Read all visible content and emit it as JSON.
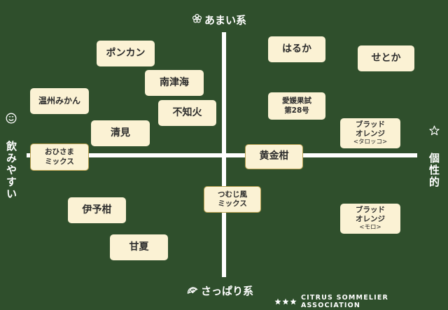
{
  "axis": {
    "top": "あまい系",
    "bottom": "さっぱり系",
    "left": "飲みやすい",
    "right": "個性的",
    "top_icon": "flower-icon",
    "bottom_icon": "lemon-slice-icon",
    "left_icon": "smile-icon",
    "right_icon": "star-icon"
  },
  "items": [
    {
      "id": "ponkan",
      "line1": "ポンカン"
    },
    {
      "id": "nanshinkai",
      "line1": "南津海"
    },
    {
      "id": "harka",
      "line1": "はるか"
    },
    {
      "id": "setoka",
      "line1": "せとか"
    },
    {
      "id": "unshu",
      "line1": "温州みかん"
    },
    {
      "id": "shiranui",
      "line1": "不知火"
    },
    {
      "id": "aihime",
      "line1": "愛媛果試",
      "line2": "第28号"
    },
    {
      "id": "kiyomi",
      "line1": "清見"
    },
    {
      "id": "tarocco",
      "line1": "ブラッド",
      "line2": "オレンジ",
      "line3": "<タロッコ>"
    },
    {
      "id": "ohisama",
      "line1": "おひさま",
      "line2": "ミックス"
    },
    {
      "id": "koganekan",
      "line1": "黄金柑"
    },
    {
      "id": "tsumuji",
      "line1": "つむじ風",
      "line2": "ミックス"
    },
    {
      "id": "iyokan",
      "line1": "伊予柑"
    },
    {
      "id": "moro",
      "line1": "ブラッド",
      "line2": "オレンジ",
      "line3": "<モロ>"
    },
    {
      "id": "amanatsu",
      "line1": "甘夏"
    }
  ],
  "footer": {
    "text": "CITRUS SOMMELIER ASSOCIATION",
    "icon": "citrus-flower-icon"
  },
  "colors": {
    "background": "#2f4f2c",
    "box": "#fbf2d4",
    "axis": "#ffffff",
    "text": "#2c2c2c"
  }
}
